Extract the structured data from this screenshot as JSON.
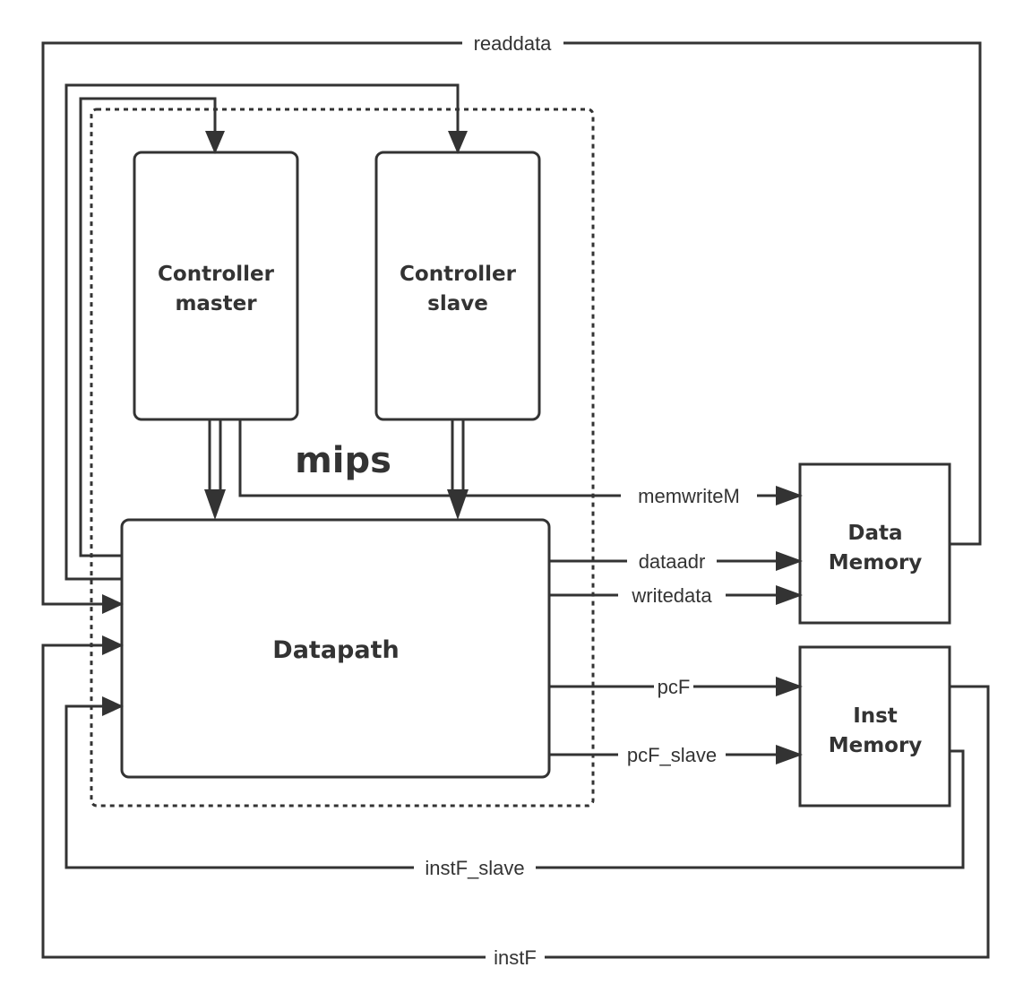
{
  "blocks": {
    "controller_master": [
      "Controller",
      "master"
    ],
    "controller_slave": [
      "Controller",
      "slave"
    ],
    "datapath": "Datapath",
    "data_memory": [
      "Data",
      "Memory"
    ],
    "inst_memory": [
      "Inst",
      "Memory"
    ],
    "mips": "mips"
  },
  "signals": {
    "readdata": "readdata",
    "memwriteM": "memwriteM",
    "dataadr": "dataadr",
    "writedata": "writedata",
    "pcF": "pcF",
    "pcF_slave": "pcF_slave",
    "instF_slave": "instF_slave",
    "instF": "instF"
  },
  "colors": {
    "stroke": "#333333",
    "background": "#ffffff"
  }
}
